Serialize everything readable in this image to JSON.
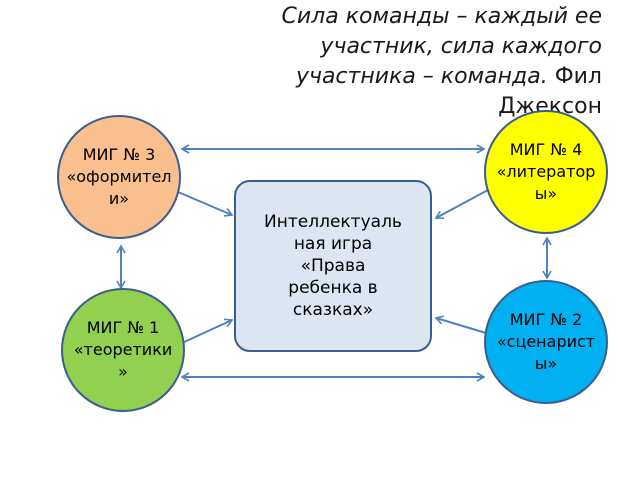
{
  "quote": {
    "italic_text": "Сила команды – каждый ее участник, сила каждого участника – команда.",
    "author": "Фил Джексон"
  },
  "center": {
    "text": "Интеллектуаль\nная игра\n«Права\nребенка в\nсказках»",
    "color": "#dce6f2"
  },
  "nodes": [
    {
      "id": "mig3",
      "text": "МИГ № 3\n«оформител\nи»",
      "color": "#f9bf8f"
    },
    {
      "id": "mig4",
      "text": "МИГ № 4\n«литератор\nы»",
      "color": "#ffff00"
    },
    {
      "id": "mig1",
      "text": "МИГ № 1\n«теоретики\n»",
      "color": "#92d050"
    },
    {
      "id": "mig2",
      "text": "МИГ № 2\n«сценарист\nы»",
      "color": "#00b0f0"
    }
  ],
  "colors": {
    "arrow": "#4f81bd",
    "outline": "#3b5e8c"
  }
}
